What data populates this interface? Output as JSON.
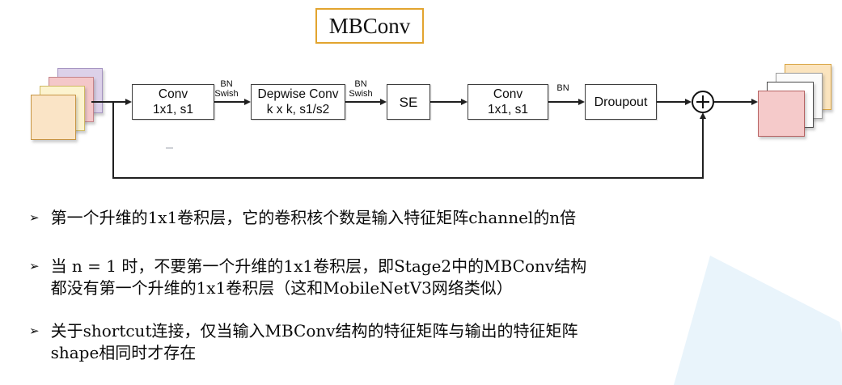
{
  "title": "MBConv",
  "diagram": {
    "input_stack": {
      "layers": [
        "purple",
        "pink",
        "yellow",
        "orange"
      ]
    },
    "blocks": [
      {
        "name": "conv-expand",
        "line1": "Conv",
        "line2": "1x1, s1"
      },
      {
        "name": "depthwise-conv",
        "line1": "Depwise Conv",
        "line2": "k x k, s1/s2"
      },
      {
        "name": "se-module",
        "line1": "SE"
      },
      {
        "name": "conv-project",
        "line1": "Conv",
        "line2": "1x1, s1"
      },
      {
        "name": "dropout",
        "line1": "Droupout"
      }
    ],
    "edge_labels": [
      {
        "line1": "BN",
        "line2": "Swish"
      },
      {
        "line1": "BN",
        "line2": "Swish"
      },
      {
        "line1": "BN"
      }
    ],
    "icons": {
      "residual-add-icon": "⊕"
    },
    "output_stack": {
      "layers": [
        "orange",
        "gray",
        "white",
        "pink"
      ]
    }
  },
  "bullets": [
    {
      "marker": "➢",
      "lines": [
        "第一个升维的1x1卷积层，它的卷积核个数是输入特征矩阵channel的n倍"
      ]
    },
    {
      "marker": "➢",
      "lines": [
        "当 n = 1 时，不要第一个升维的1x1卷积层，即Stage2中的MBConv结构",
        "都没有第一个升维的1x1卷积层（这和MobileNetV3网络类似）"
      ]
    },
    {
      "marker": "➢",
      "lines": [
        "关于shortcut连接，仅当输入MBConv结构的特征矩阵与输出的特征矩阵",
        "shape相同时才存在"
      ]
    }
  ],
  "colors": {
    "title_border": "#E2A42F",
    "flow_line": "#1F1F1F",
    "input_layers": [
      "#DCD1E9",
      "#F4C7C9",
      "#FCF3CF",
      "#FAE4C6"
    ],
    "output_layers": [
      "#FBE4BE",
      "#FBFBFB",
      "#FFFFFF",
      "#F5CACA"
    ],
    "background_accent": "#E9F4FB"
  }
}
